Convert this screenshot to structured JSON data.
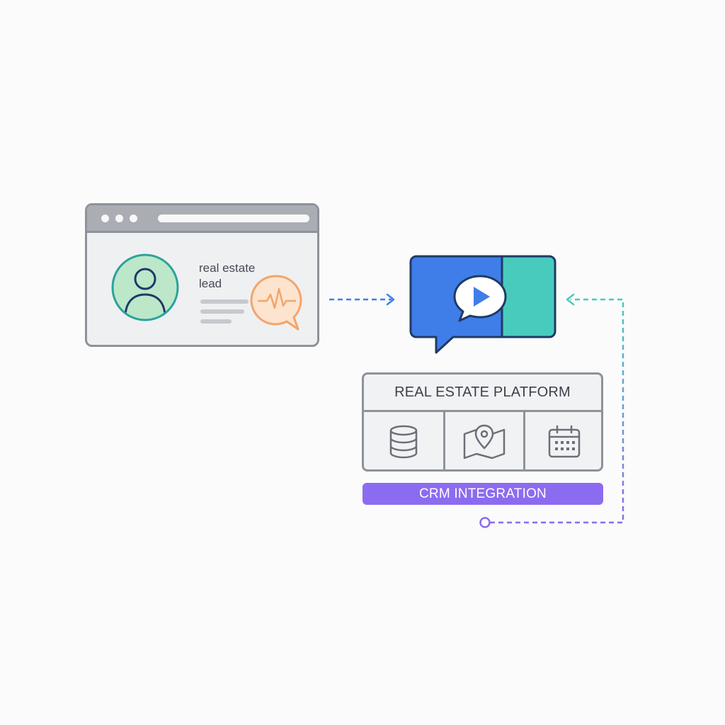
{
  "lead_card": {
    "label": "real estate lead",
    "icons": [
      "user-avatar-icon",
      "heartbeat-chat-icon"
    ]
  },
  "chat_widget": {
    "icon": "play-chat-bubble-icon"
  },
  "platform": {
    "title": "REAL ESTATE PLATFORM",
    "modules": [
      {
        "icon": "database-icon"
      },
      {
        "icon": "map-pin-icon"
      },
      {
        "icon": "calendar-icon"
      }
    ]
  },
  "crm": {
    "label": "CRM INTEGRATION"
  },
  "colors": {
    "blue": "#3f7ee8",
    "teal": "#48cbbd",
    "purple": "#8b6cf0",
    "orange": "#f4a46a",
    "green": "#bde7c9",
    "navy": "#1f3a66",
    "gray": "#8e9299"
  }
}
